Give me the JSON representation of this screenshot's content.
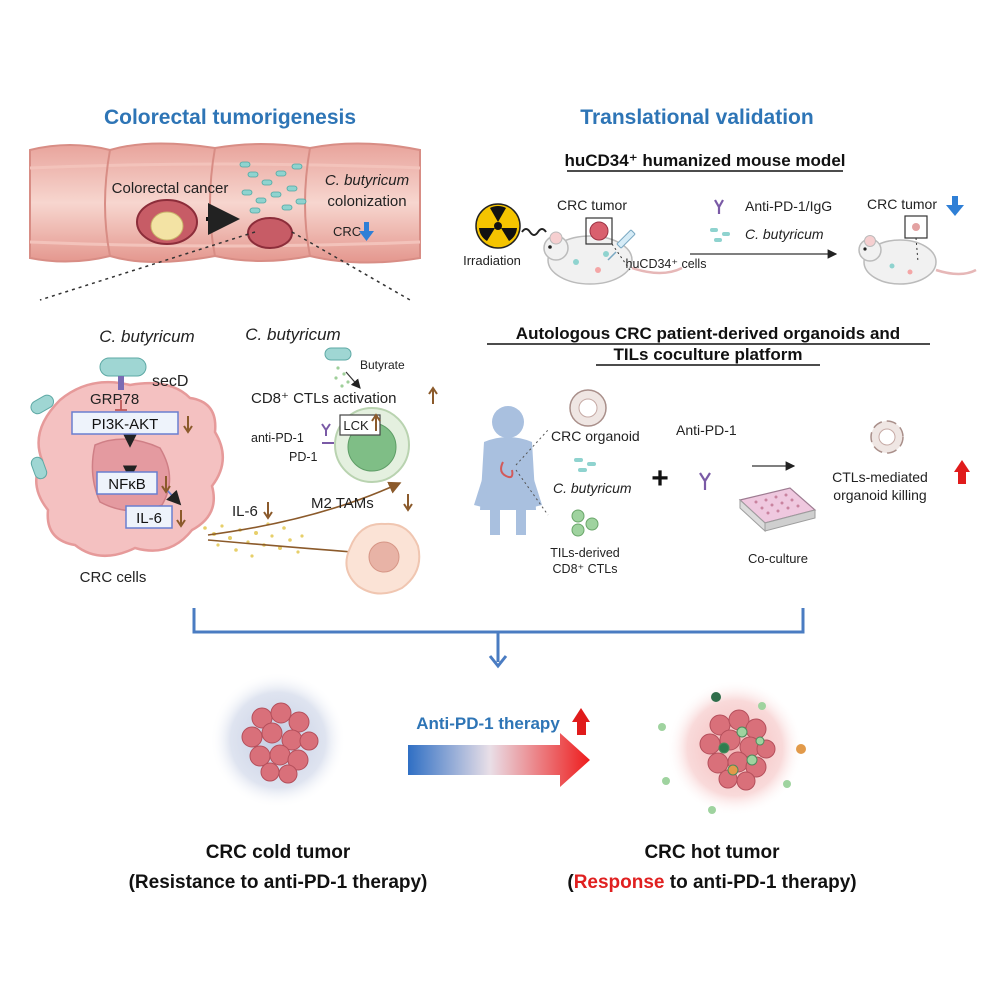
{
  "titles": {
    "left": "Colorectal tumorigenesis",
    "right": "Translational validation"
  },
  "colon": {
    "crc": "Colorectal cancer",
    "bacterium": "C. butyricum",
    "colonization": "colonization",
    "crc_down": "CRC"
  },
  "mouse": {
    "title": "huCD34⁺ humanized mouse model",
    "irradiation": "Irradiation",
    "crc_tumor": "CRC tumor",
    "treatment": "Anti-PD-1/IgG",
    "bacterium": "C. butyricum",
    "cells": "huCD34⁺ cells",
    "crc_tumor_after": "CRC tumor"
  },
  "mechanism": {
    "bacterium_left": "C. butyricum",
    "secD": "secD",
    "grp78": "GRP78",
    "pi3k": "PI3K-AKT",
    "nfkb": "NFκB",
    "il6_box": "IL-6",
    "crc_cells": "CRC cells",
    "bacterium_right": "C. butyricum",
    "butyrate": "Butyrate",
    "ctl_activation": "CD8⁺ CTLs activation",
    "lck": "LCK",
    "anti_pd1": "anti-PD-1",
    "pd1": "PD-1",
    "il6": "IL-6",
    "m2": "M2 TAMs"
  },
  "organoid": {
    "title_line1": "Autologous CRC patient-derived organoids and",
    "title_line2": "TILs coculture platform",
    "crc_organoid": "CRC organoid",
    "bacterium": "C. butyricum",
    "tils_line1": "TILs-derived",
    "tils_line2": "CD8⁺ CTLs",
    "plus": "+",
    "anti_pd1": "Anti-PD-1",
    "coculture": "Co-culture",
    "killing_line1": "CTLs-mediated",
    "killing_line2": "organoid killing"
  },
  "bottom": {
    "therapy": "Anti-PD-1 therapy",
    "cold_title": "CRC cold tumor",
    "cold_sub": "(Resistance to anti-PD-1 therapy)",
    "hot_title": "CRC hot tumor",
    "hot_open": "(",
    "hot_response": "Response",
    "hot_rest": " to anti-PD-1 therapy)"
  },
  "colors": {
    "blue_title": "#2e75b6",
    "down_arrow": "#2f7fd6",
    "up_arrow": "#e01b1b",
    "brown_arrow": "#8b5a2b",
    "response_red": "#e02020"
  }
}
